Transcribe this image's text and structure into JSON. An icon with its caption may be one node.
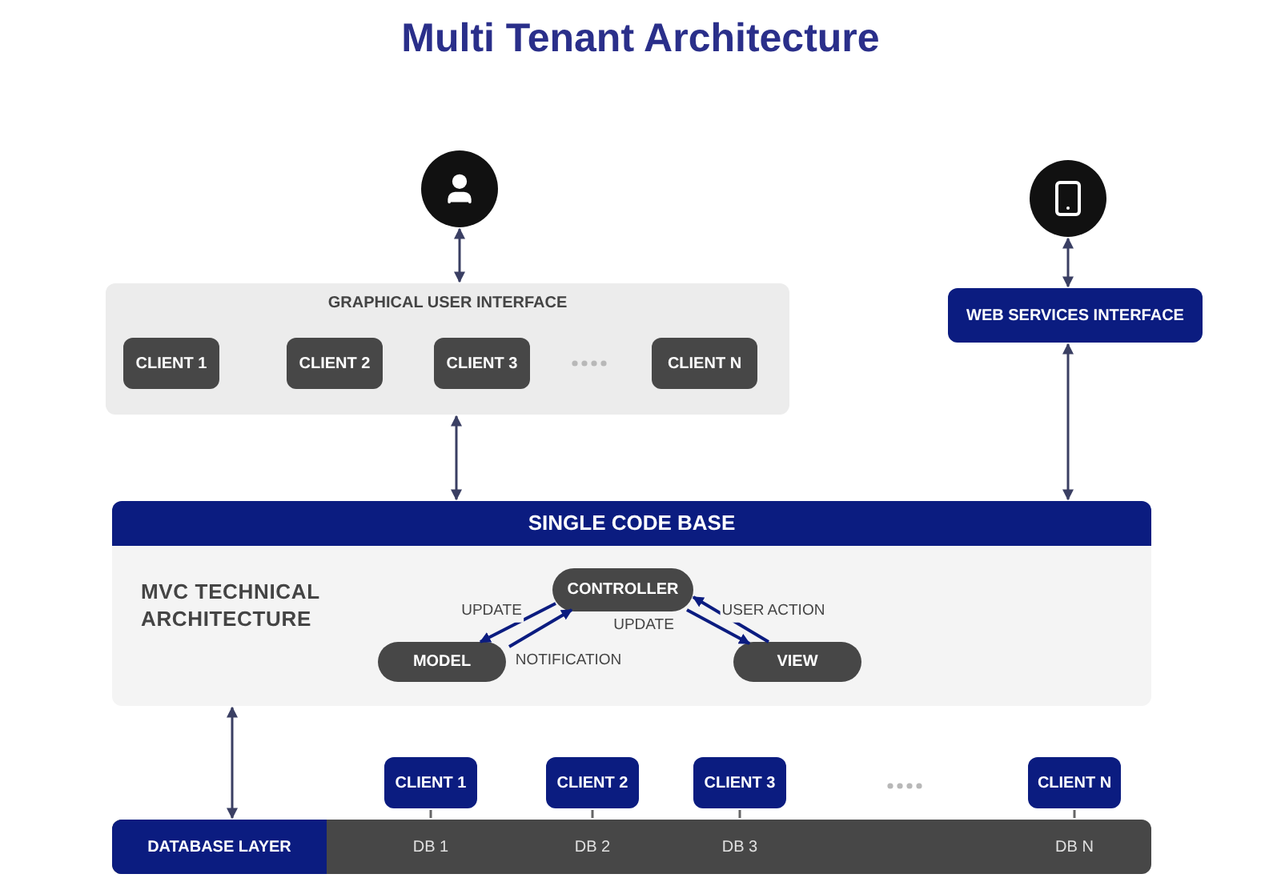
{
  "diagram": {
    "title": "Multi Tenant Architecture",
    "nodes": [
      {
        "text": [],
        "shape": "circle"
      },
      {
        "text": [],
        "shape": "circle"
      },
      {
        "text": [
          "GRAPHICAL USER INTERFACE"
        ]
      },
      {
        "text": [
          "CLIENT 1"
        ],
        "in": 2
      },
      {
        "text": [
          "CLIENT 2"
        ],
        "in": 2
      },
      {
        "text": [
          "CLIENT 3"
        ],
        "in": 2
      },
      {
        "text": [
          "CLIENT N"
        ],
        "in": 2
      },
      {
        "text": [
          "WEB SERVICES INTERFACE"
        ]
      },
      {
        "text": [
          "SINGLE CODE BASE",
          "MVC TECHNICAL ARCHITECTURE"
        ]
      },
      {
        "text": [
          "CONTROLLER"
        ],
        "in": 8
      },
      {
        "text": [
          "MODEL"
        ],
        "in": 8
      },
      {
        "text": [
          "VIEW"
        ],
        "in": 8
      },
      {
        "text": [
          "DATABASE LAYER"
        ]
      },
      {
        "text": [
          "CLIENT 1"
        ]
      },
      {
        "text": [
          "CLIENT 2"
        ]
      },
      {
        "text": [
          "CLIENT 3"
        ]
      },
      {
        "text": [
          "CLIENT N"
        ]
      },
      {
        "text": [
          "DB 1"
        ],
        "in": 12
      },
      {
        "text": [
          "DB 2"
        ],
        "in": 12
      },
      {
        "text": [
          "DB 3"
        ],
        "in": 12
      },
      {
        "text": [
          "DB N"
        ],
        "in": 12
      }
    ],
    "edges": [
      {
        "from": 0,
        "to": 2,
        "arrow": "both"
      },
      {
        "from": 1,
        "to": 7,
        "arrow": "both"
      },
      {
        "from": 2,
        "to": 8,
        "arrow": "both"
      },
      {
        "from": 7,
        "to": 8,
        "arrow": "both"
      },
      {
        "from": 8,
        "to": 12,
        "arrow": "both"
      },
      {
        "from": 9,
        "to": 10,
        "arrow": "to",
        "label": "UPDATE",
        "color": "#0b1c80"
      },
      {
        "from": 10,
        "to": 9,
        "arrow": "to",
        "label": "NOTIFICATION",
        "color": "#0b1c80"
      },
      {
        "from": 9,
        "to": 11,
        "arrow": "to",
        "label": "UPDATE",
        "color": "#0b1c80"
      },
      {
        "from": 11,
        "to": 9,
        "arrow": "to",
        "label": "USER ACTION",
        "color": "#0b1c80"
      },
      {
        "from": 13,
        "to": 17,
        "arrow": "none",
        "color": "#666666"
      },
      {
        "from": 14,
        "to": 18,
        "arrow": "none",
        "color": "#666666"
      },
      {
        "from": 15,
        "to": 19,
        "arrow": "none",
        "color": "#666666"
      },
      {
        "from": 16,
        "to": 20,
        "arrow": "none",
        "color": "#666666"
      }
    ]
  }
}
